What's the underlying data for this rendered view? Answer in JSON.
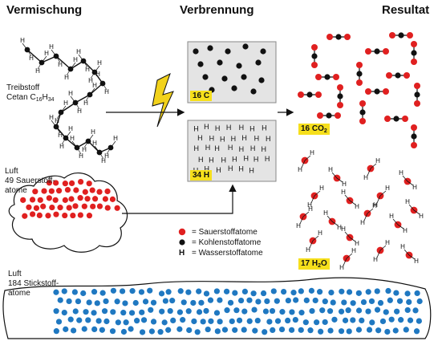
{
  "headers": {
    "mixing": "Vermischung",
    "combustion": "Verbrennung",
    "result": "Resultat"
  },
  "fuel": {
    "line1": "Treibstoff",
    "line2_prefix": "Cetan C",
    "c_sub": "16",
    "h_mid": "H",
    "h_sub": "34"
  },
  "air_oxygen": {
    "line1": "Luft",
    "line2": "49 Sauerstoff-",
    "line3": "atome"
  },
  "air_nitrogen": {
    "line1": "Luft",
    "line2": "184 Stickstoff-",
    "line3": "atome"
  },
  "boxes": {
    "carbon_label": "16 C",
    "hydrogen_label": "34 H"
  },
  "results": {
    "co2_prefix": "16 CO",
    "co2_sub": "2",
    "h2o_prefix": "17 H",
    "h2o_sub": "2",
    "h2o_suffix": "O"
  },
  "legend": [
    {
      "symbol": "red-dot",
      "label": "= Sauerstoffatome",
      "color": "#e02020"
    },
    {
      "symbol": "black-dot",
      "label": "= Kohlenstoffatome",
      "color": "#111111"
    },
    {
      "symbol": "H",
      "label": "= Wasserstoffatome"
    }
  ],
  "atom_letter": "H",
  "colors": {
    "oxygen": "#e02020",
    "carbon": "#111111",
    "nitrogen": "#1f78c1",
    "highlight": "#f6df1c",
    "lightning": "#f2d21b",
    "box_fill": "#e4e4e4"
  }
}
